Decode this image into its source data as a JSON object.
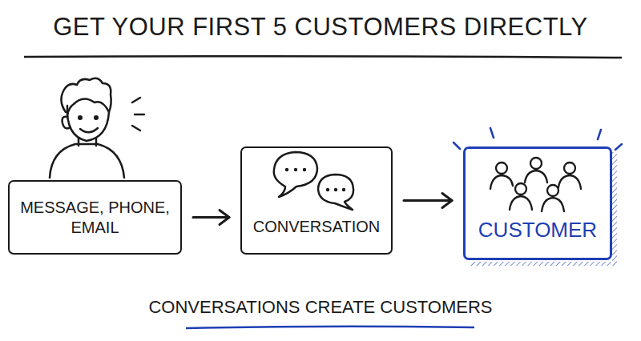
{
  "diagram": {
    "title": "GET YOUR FIRST 5 CUSTOMERS DIRECTLY",
    "caption": "CONVERSATIONS CREATE CUSTOMERS",
    "nodes": [
      {
        "text": [
          "MESSAGE, PHONE, EMAIL"
        ]
      },
      {
        "text": [
          "CONVERSATION"
        ]
      },
      {
        "text": [
          "CUSTOMER"
        ]
      }
    ],
    "edges": [
      {
        "from": 0,
        "to": 1,
        "arrow": "to"
      },
      {
        "from": 1,
        "to": 2,
        "arrow": "to"
      }
    ]
  }
}
